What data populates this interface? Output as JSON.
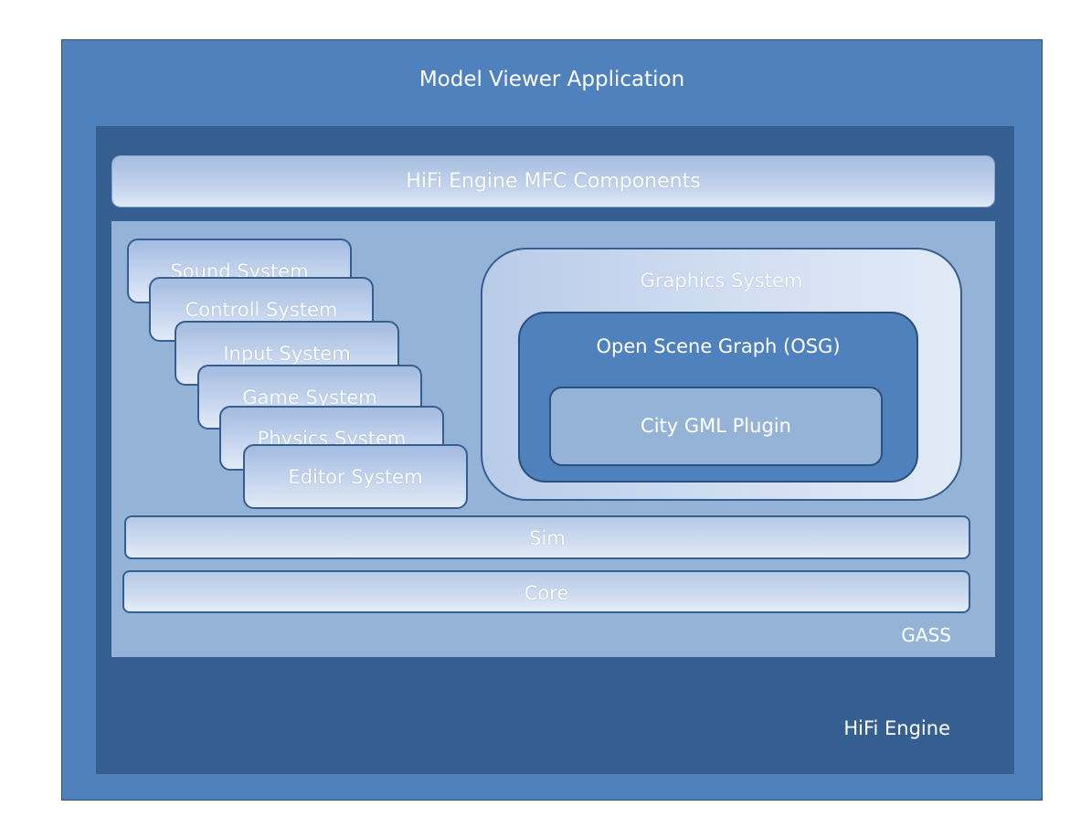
{
  "diagram": {
    "application": "Model Viewer Application",
    "engine": "HiFi Engine",
    "mfc_components": "HiFi Engine MFC Components",
    "gass": {
      "label": "GASS",
      "systems": [
        "Sound System",
        "Controll System",
        "Input System",
        "Game System",
        "Physics System",
        "Editor System"
      ],
      "graphics": {
        "label": "Graphics System",
        "osg": {
          "label": "Open Scene Graph (OSG)",
          "plugin": "City GML Plugin"
        }
      },
      "sim": "Sim",
      "core": "Core"
    }
  },
  "colors": {
    "outer": "#4f81bd",
    "engine": "#365f91",
    "gass": "#95b3d7"
  }
}
